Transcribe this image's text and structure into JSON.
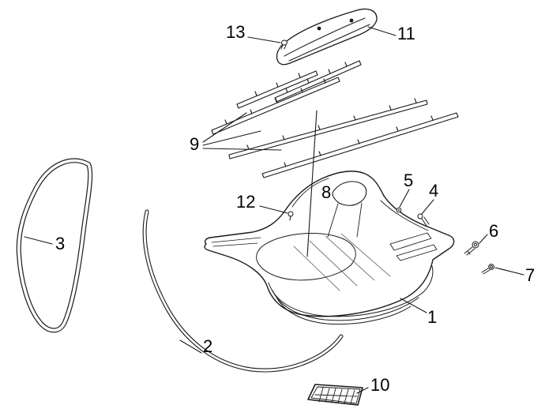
{
  "diagram": {
    "kind": "exploded-parts-diagram",
    "subject": "scooter central footboard assembly",
    "background_color": "#ffffff",
    "line_color": "#1a1a1a",
    "label_color": "#000000"
  },
  "parts": {
    "p1": "1",
    "p2": "2",
    "p3": "3",
    "p4": "4",
    "p5": "5",
    "p6": "6",
    "p7": "7",
    "p8": "8",
    "p9": "9",
    "p10": "10",
    "p11": "11",
    "p12": "12",
    "p13": "13"
  }
}
